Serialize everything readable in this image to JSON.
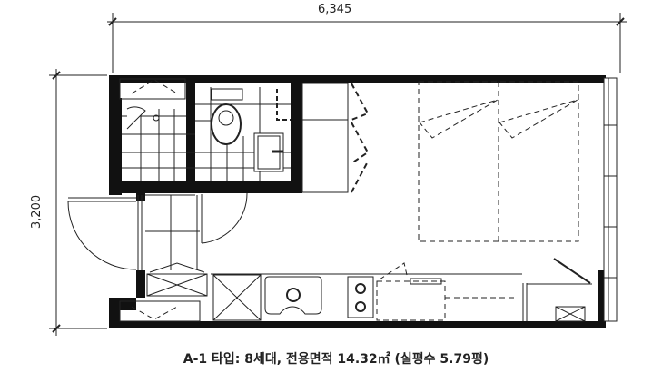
{
  "plan": {
    "width_dimension": "6,345",
    "height_dimension": "3,200",
    "caption": "A-1 타입: 8세대, 전용면적 14.32㎡ (실평수 5.79평)"
  },
  "colors": {
    "wall": "#111111",
    "line": "#222222",
    "background": "#ffffff"
  }
}
